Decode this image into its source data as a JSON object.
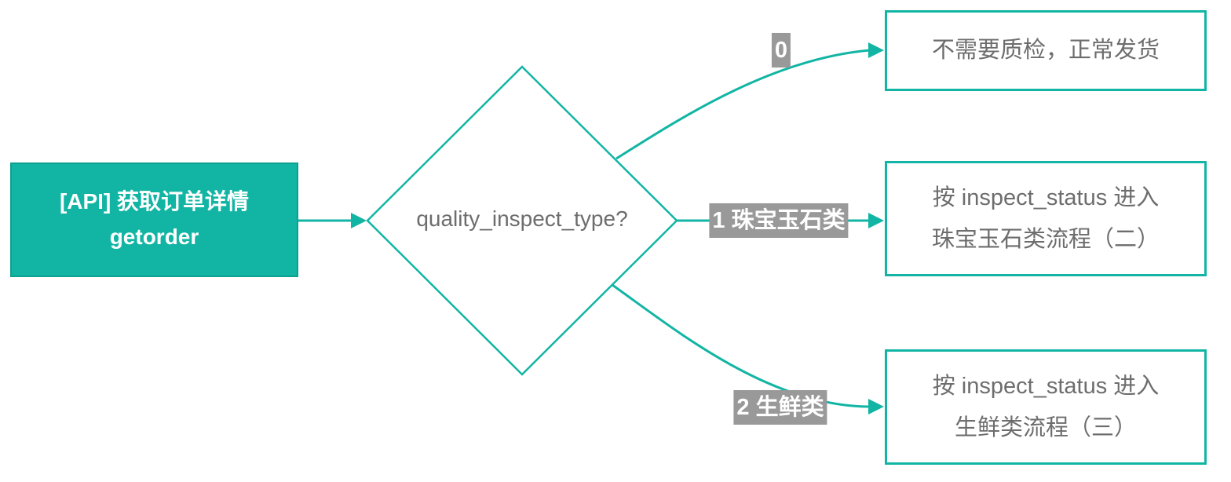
{
  "colors": {
    "accent": "#12b5a4",
    "accent-dark": "#0da090",
    "node-fill": "#ffffff",
    "node-text": "#6d6d6d",
    "api-text": "#ffffff",
    "label-bg": "#999999",
    "label-text": "#ffffff"
  },
  "nodes": {
    "api": {
      "line1": "[API] 获取订单详情",
      "line2": "getorder"
    },
    "decision": {
      "label": "quality_inspect_type?"
    },
    "result_top": {
      "label": "不需要质检，正常发货"
    },
    "result_mid": {
      "line1": "按 inspect_status 进入",
      "line2": "珠宝玉石类流程（二）"
    },
    "result_bottom": {
      "line1": "按 inspect_status 进入",
      "line2": "生鲜类流程（三）"
    }
  },
  "edge_labels": {
    "zero": "0",
    "one": "1 珠宝玉石类",
    "two": "2 生鲜类"
  }
}
